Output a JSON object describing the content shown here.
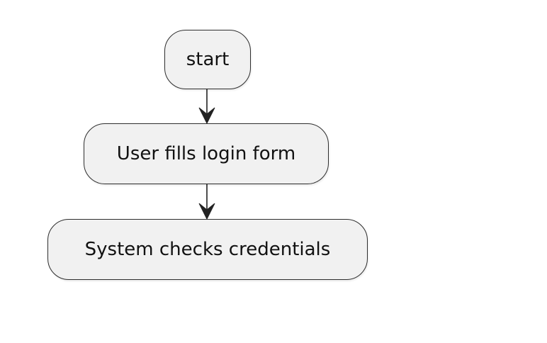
{
  "diagram": {
    "type": "activity",
    "nodes": {
      "start": "start",
      "fill_form": "User fills login form",
      "check_credentials": "System checks credentials"
    },
    "edges": [
      {
        "from": "start",
        "to": "fill_form"
      },
      {
        "from": "fill_form",
        "to": "check_credentials"
      }
    ],
    "colors": {
      "node_fill": "#f1f1f1",
      "node_border": "#2e2e2e",
      "arrow": "#222222",
      "text": "#111111",
      "background": "#ffffff"
    }
  }
}
